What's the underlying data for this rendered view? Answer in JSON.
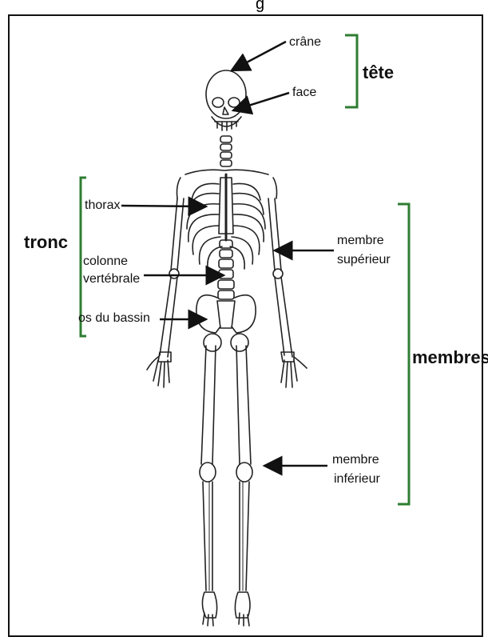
{
  "top_partial_text": "g",
  "labels": {
    "crane": "crâne",
    "face": "face",
    "tete": "tête",
    "thorax": "thorax",
    "tronc": "tronc",
    "colonne_1": "colonne",
    "colonne_2": "vertébrale",
    "bassin": "os du bassin",
    "membre_sup_1": "membre",
    "membre_sup_2": "supérieur",
    "membres": "membres",
    "membre_inf_1": "membre",
    "membre_inf_2": "inférieur"
  },
  "colors": {
    "bracket": "#2e7d32",
    "arrow": "#111111",
    "bone_stroke": "#222222"
  }
}
